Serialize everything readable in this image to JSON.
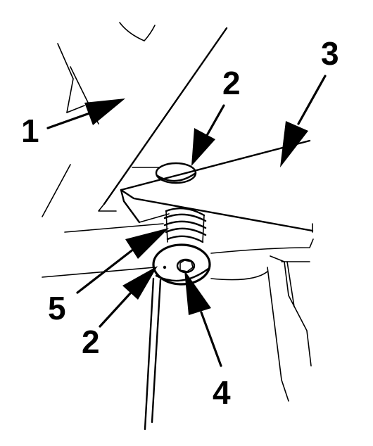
{
  "callouts": {
    "part_1": "1",
    "part_2_upper": "2",
    "part_3": "3",
    "part_5": "5",
    "part_2_lower": "2",
    "part_4": "4"
  },
  "colors": {
    "ink": "#000000",
    "paper": "#ffffff"
  }
}
